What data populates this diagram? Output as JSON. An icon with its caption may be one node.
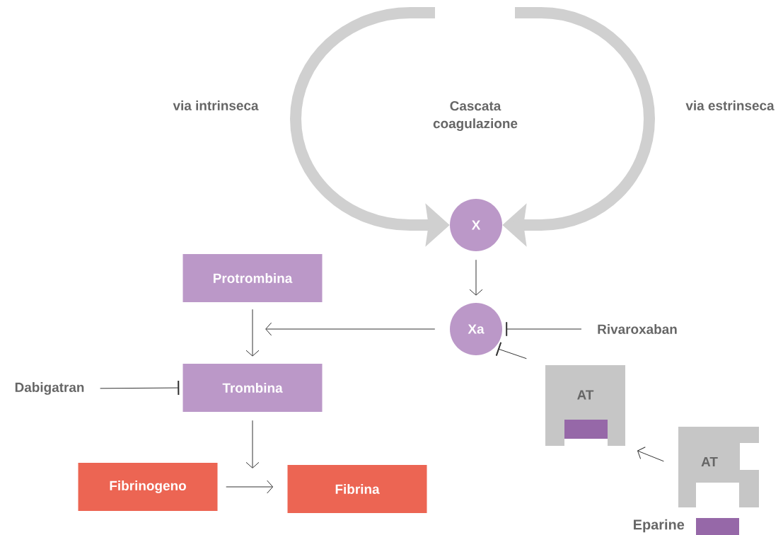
{
  "diagram": {
    "nodes": [
      {
        "text": [
          "X"
        ]
      },
      {
        "text": [
          "Xa"
        ]
      },
      {
        "text": [
          "Protrombina"
        ]
      },
      {
        "text": [
          "Trombina"
        ]
      },
      {
        "text": [
          "Fibrinogeno"
        ]
      },
      {
        "text": [
          "Fibrina"
        ]
      },
      {
        "text": [
          "Rivaroxaban"
        ]
      },
      {
        "text": [
          "Dabigatran"
        ]
      },
      {
        "text": [
          "AT"
        ]
      },
      {
        "text": [
          "AT"
        ]
      }
    ],
    "edges": [
      {
        "from": null,
        "to": 0,
        "arrow": "to",
        "label": "via intrinseca",
        "style": "thick",
        "color": "#d0d0d0"
      },
      {
        "from": null,
        "to": 0,
        "arrow": "to",
        "label": "via estrinseca",
        "style": "thick",
        "color": "#d0d0d0"
      },
      {
        "from": 0,
        "to": 1,
        "arrow": "to"
      },
      {
        "from": 1,
        "to": null,
        "arrow": "to"
      },
      {
        "from": 6,
        "to": 1,
        "arrow": "other"
      },
      {
        "from": 8,
        "to": 1,
        "arrow": "other"
      },
      {
        "from": 9,
        "to": 8,
        "arrow": "to"
      },
      {
        "from": 2,
        "to": 3,
        "arrow": "to"
      },
      {
        "from": 7,
        "to": 3,
        "arrow": "other"
      },
      {
        "from": 3,
        "to": null,
        "arrow": "to"
      },
      {
        "from": 4,
        "to": 5,
        "arrow": "to"
      }
    ],
    "labels": [
      "Cascata coagulazione"
    ],
    "legend": [
      {
        "text": "Eparine",
        "color": "#9668a8"
      }
    ]
  }
}
